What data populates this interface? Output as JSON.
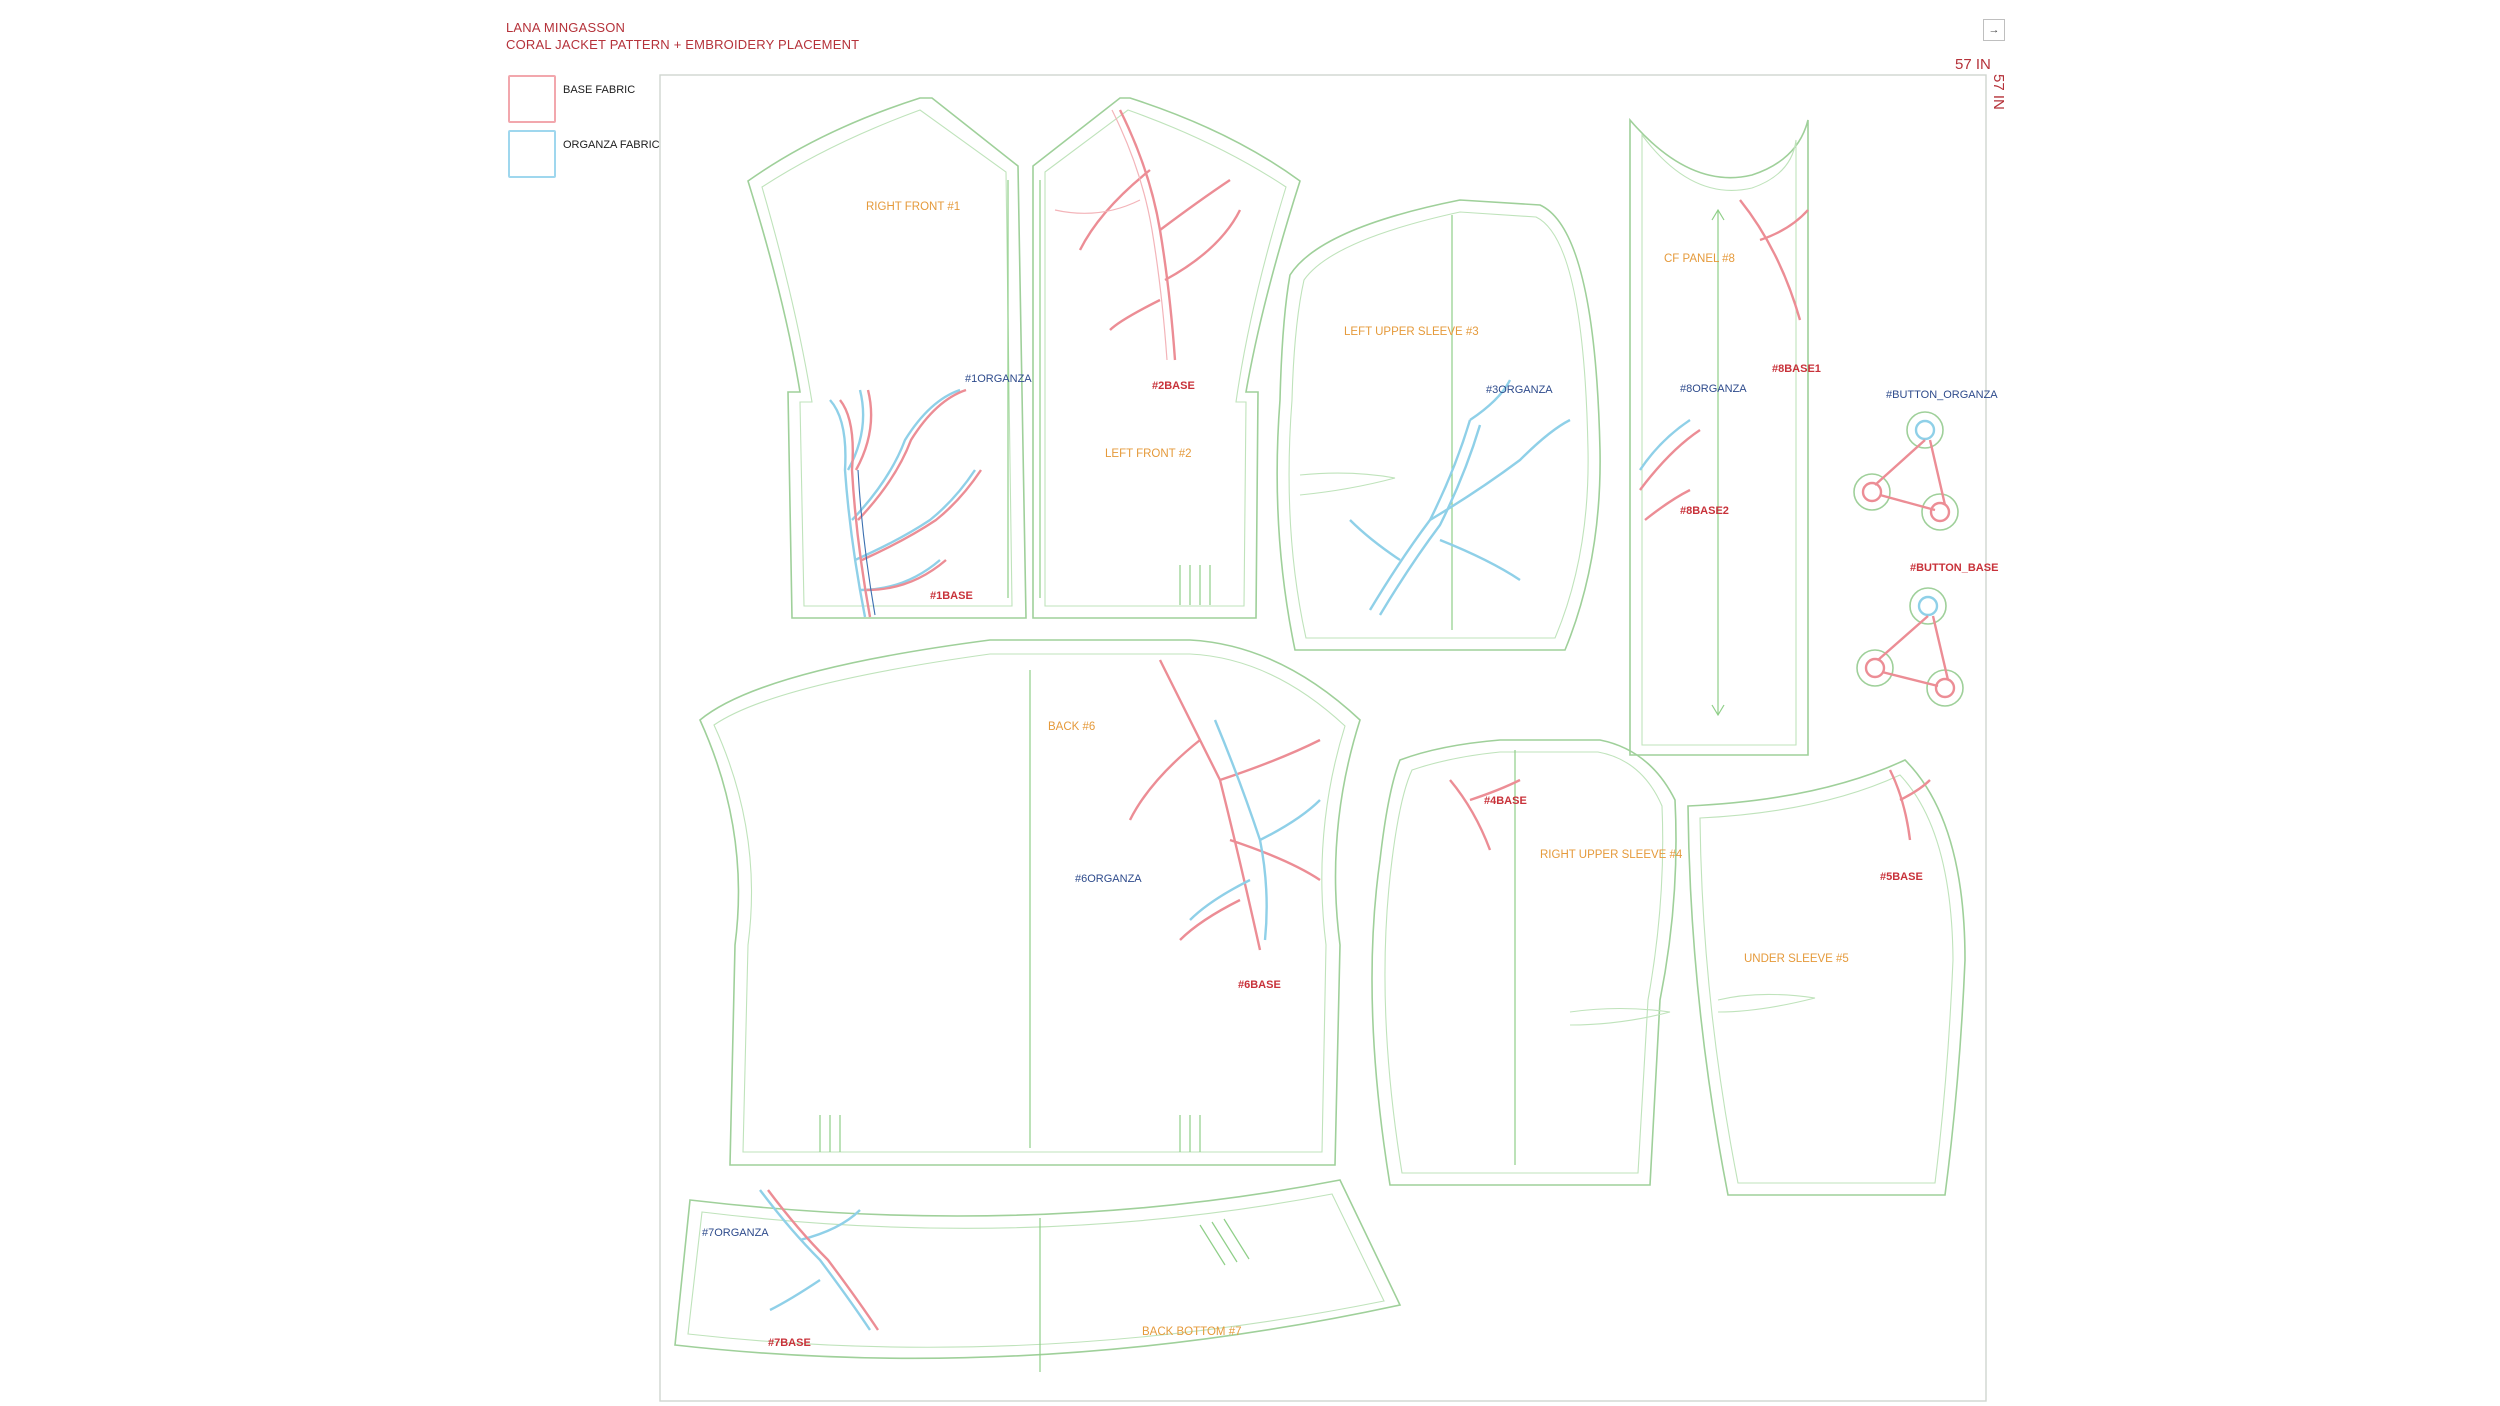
{
  "header": {
    "designer": "LANA MINGASSON",
    "subtitle": "CORAL JACKET PATTERN + EMBROIDERY PLACEMENT"
  },
  "legend": {
    "items": [
      {
        "label": "BASE FABRIC",
        "color": "#ec8d95"
      },
      {
        "label": "ORGANZA FABRIC",
        "color": "#8fd0e8"
      }
    ]
  },
  "dimensions": {
    "width_label": "57 IN",
    "height_label": "57 IN"
  },
  "fullscreen_label": "→",
  "colors": {
    "pattern_outline": "#9fd09a",
    "base_embroidery": "#ec8d95",
    "organza_embroidery": "#8fd0e8",
    "piece_label": "#e59a3b",
    "base_tag": "#c8323a",
    "organza_tag": "#2e4b8c"
  },
  "pieces": {
    "right_front": "RIGHT FRONT #1",
    "left_front": "LEFT FRONT #2",
    "left_upper_sleeve": "LEFT UPPER SLEEVE #3",
    "cf_panel": "CF PANEL #8",
    "back": "BACK #6",
    "right_upper_sleeve": "RIGHT UPPER SLEEVE #4",
    "under_sleeve": "UNDER SLEEVE #5",
    "back_bottom": "BACK BOTTOM #7"
  },
  "tags": {
    "t1organza": "#1ORGANZA",
    "t1base": "#1BASE",
    "t2base": "#2BASE",
    "t3organza": "#3ORGANZA",
    "t8organza": "#8ORGANZA",
    "t8base1": "#8BASE1",
    "t8base2": "#8BASE2",
    "button_organza": "#BUTTON_ORGANZA",
    "button_base": "#BUTTON_BASE",
    "t4base": "#4BASE",
    "t5base": "#5BASE",
    "t6organza": "#6ORGANZA",
    "t6base": "#6BASE",
    "t7organza": "#7ORGANZA",
    "t7base": "#7BASE"
  }
}
